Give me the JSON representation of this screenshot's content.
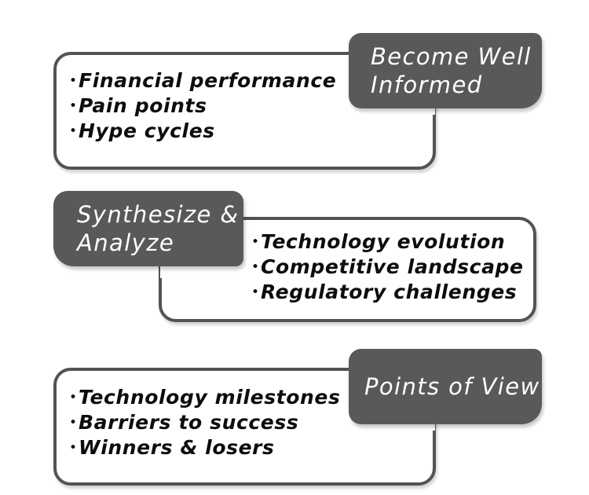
{
  "diagram": {
    "background_color": "#ffffff",
    "accent_dark": "#59595a",
    "border_color": "#535353",
    "text_color": "#0d0d0d",
    "label_text_color": "#ffffff",
    "bullet_glyph": "•",
    "groups": [
      {
        "id": "become-well-informed",
        "label": "Become Well\nInformed",
        "label_side": "right",
        "bullets": [
          "Financial performance",
          "Pain points",
          "Hype cycles"
        ]
      },
      {
        "id": "synthesize-and-analyze",
        "label": "Synthesize &\nAnalyze",
        "label_side": "left",
        "bullets": [
          "Technology evolution",
          "Competitive landscape",
          "Regulatory challenges"
        ]
      },
      {
        "id": "points-of-view",
        "label": "Points of View",
        "label_side": "right",
        "bullets": [
          "Technology milestones",
          "Barriers to success",
          "Winners & losers"
        ]
      }
    ]
  }
}
